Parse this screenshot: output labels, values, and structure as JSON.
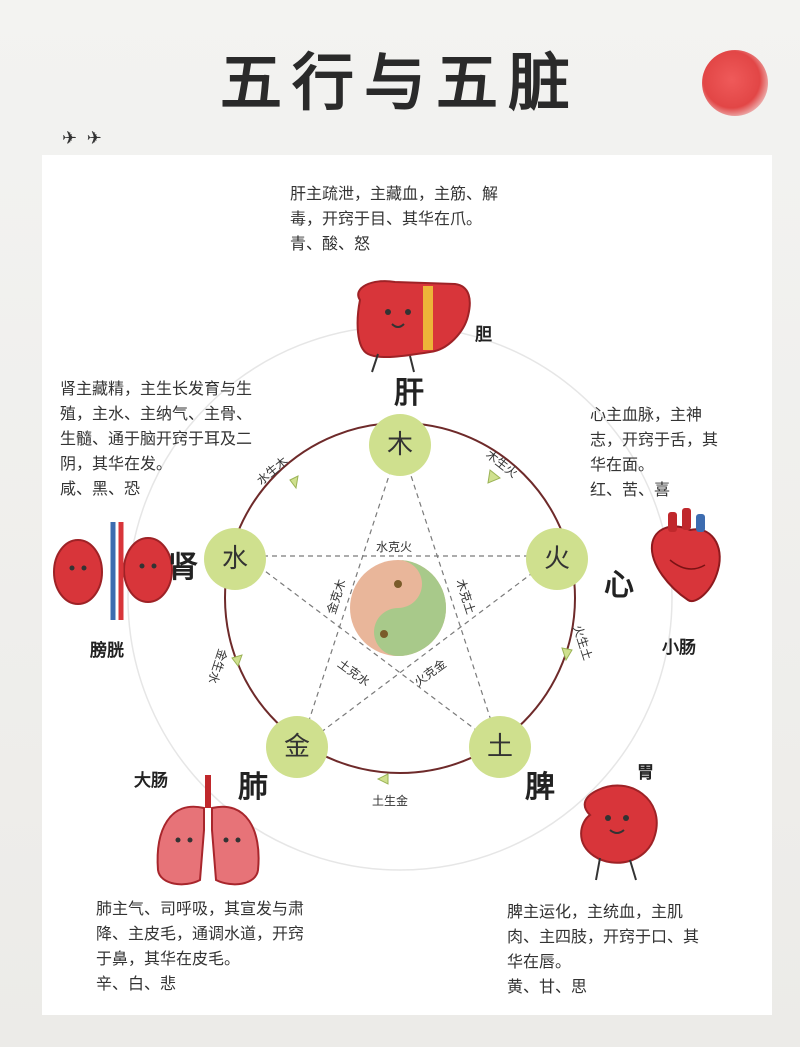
{
  "title": "五行与五脏",
  "elements": {
    "wood": "木",
    "fire": "火",
    "earth": "土",
    "metal": "金",
    "water": "水"
  },
  "organs": {
    "liver": {
      "name": "肝",
      "partner": "胆",
      "desc": [
        "肝主疏泄，主藏血，主筋、解",
        "毒，开窍于目、其华在爪。",
        "青、酸、怒"
      ]
    },
    "heart": {
      "name": "心",
      "partner": "小肠",
      "desc": [
        "心主血脉，主神",
        "志，开窍于舌，其",
        "华在面。",
        "红、苦、喜"
      ]
    },
    "spleen": {
      "name": "脾",
      "partner": "胃",
      "desc": [
        "脾主运化，主统血，主肌",
        "肉、主四肢，开窍于口、其",
        "华在唇。",
        "黄、甘、思"
      ]
    },
    "lung": {
      "name": "肺",
      "partner": "大肠",
      "desc": [
        "肺主气、司呼吸，其宣发与肃",
        "降、主皮毛，通调水道，开窍",
        "于鼻，其华在皮毛。",
        "辛、白、悲"
      ]
    },
    "kidney": {
      "name": "肾",
      "partner": "膀胱",
      "desc": [
        "肾主藏精，主生长发育与生",
        "殖，主水、主纳气、主骨、",
        "生髓、通于脑开窍于耳及二",
        "阴，其华在发。",
        "咸、黑、恐"
      ]
    }
  },
  "relations": {
    "wood_fire": "木生火",
    "fire_earth": "火生土",
    "earth_metal": "土生金",
    "metal_water": "金生水",
    "water_wood": "水生木",
    "water_fire": "水克火",
    "metal_wood": "金克木",
    "wood_earth": "木克土",
    "earth_water": "土克水",
    "fire_metal": "火克金"
  },
  "colors": {
    "node": "#cfe08e",
    "circle": "#6e2a2a",
    "dashed": "#7a7a7a",
    "organ_red": "#d8353a",
    "title": "#2a2a2a"
  }
}
